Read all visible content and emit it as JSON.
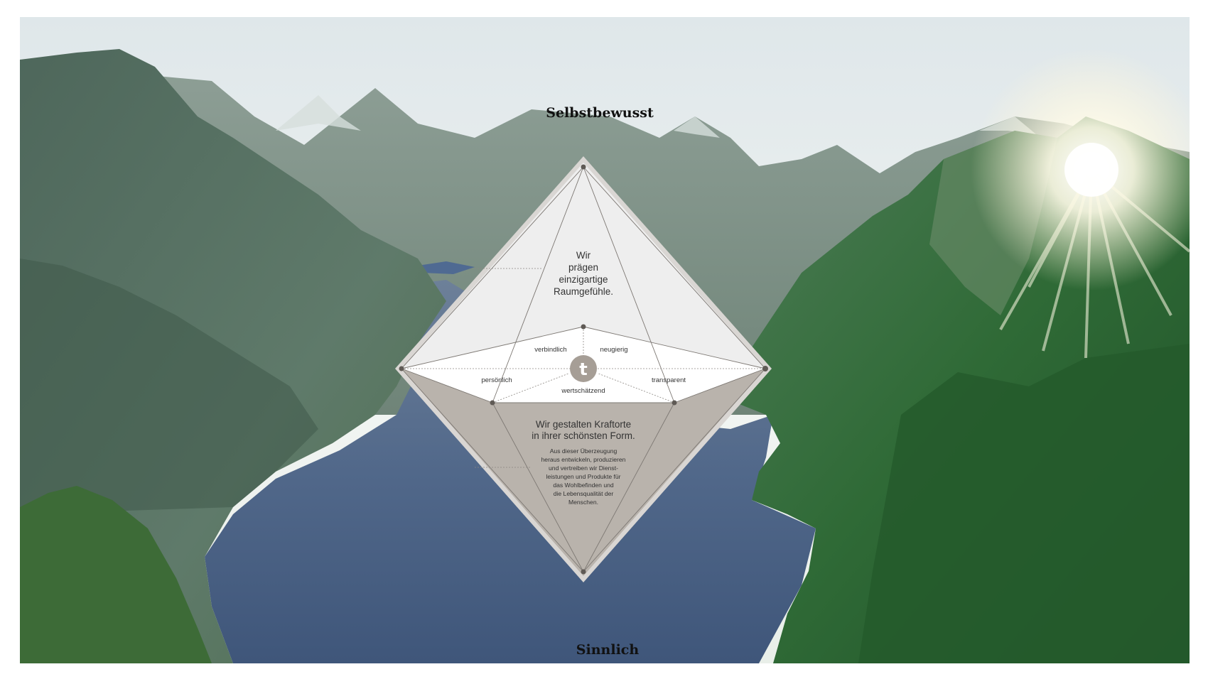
{
  "headings": {
    "top": "Selbstbewusst",
    "bottom": "Sinnlich"
  },
  "diagram": {
    "logo_letter": "t",
    "upper_statement": [
      "Wir",
      "prägen",
      "einzigartige",
      "Raumgefühle."
    ],
    "values": {
      "verbindlich": "verbindlich",
      "neugierig": "neugierig",
      "persoenlich": "persönlich",
      "transparent": "transparent",
      "wertschaetzend": "wertschätzend"
    },
    "lower_title": [
      "Wir gestalten Kraftorte",
      "in ihrer schönsten Form."
    ],
    "lower_body": [
      "Aus dieser Überzeugung",
      "heraus entwickeln, produzieren",
      "und vertreiben wir Dienst-",
      "leistungen und Produkte für",
      "das Wohlbefinden und",
      "die Lebensqualität der",
      "Menschen."
    ]
  },
  "colors": {
    "sky": "#e8eef0",
    "mountain_dark": "#4d6a5f",
    "forest": "#2f6b3a",
    "lake": "#4d6585",
    "diamond_upper": "#efefef",
    "diamond_middle": "#ffffff",
    "diamond_lower": "#b8b1aa",
    "logo_circle": "#a69e96"
  }
}
